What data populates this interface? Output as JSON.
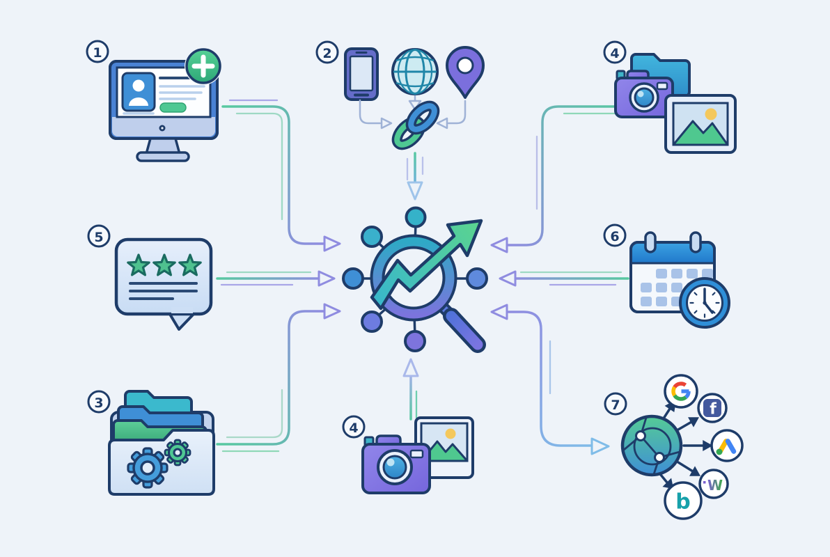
{
  "diagram": {
    "type": "workflow-illustration",
    "subject": "Seven numbered local-marketing steps (profile, links, files, photos, reviews, scheduling, distribution) feeding a central search-growth hub"
  },
  "badges": {
    "step1": "1",
    "step2": "2",
    "step3": "3",
    "step4_top": "4",
    "step4_bottom": "4",
    "step5": "5",
    "step6": "6",
    "step7": "7"
  },
  "steps": [
    {
      "badge": "1",
      "icon": "monitor-business-profile-with-add-badge"
    },
    {
      "badge": "2",
      "icon": "smartphone-globe-location-pin-linked-by-chain"
    },
    {
      "badge": "3",
      "icon": "open-folder-with-stacked-folders-and-gears"
    },
    {
      "badge": "4",
      "icon": "camera-with-photo-top-right"
    },
    {
      "badge": "5",
      "icon": "review-speech-bubble-three-stars"
    },
    {
      "badge": "6",
      "icon": "calendar-with-clock"
    },
    {
      "badge": "4",
      "icon": "camera-with-photo-bottom-center"
    },
    {
      "badge": "7",
      "icon": "globe-distributing-to-platform-logos"
    }
  ],
  "center": {
    "icon": "magnifier-growth-arrow-network-hub"
  },
  "logos": {
    "google": "G",
    "facebook": "f",
    "google_ads": "A",
    "bing": "b",
    "w": "W"
  },
  "colors": {
    "background": "#eef3f9",
    "outline_navy": "#1e3c69",
    "blue": "#3f8fd6",
    "teal": "#35b2c9",
    "green": "#4fc893",
    "purple": "#7b74dd",
    "light_panel": "#d8e6f6",
    "arrow_green": "#57c9a0",
    "arrow_purple": "#8f8ce0",
    "arrow_lightblue": "#7fbce8",
    "connector_gray": "#9fb2d6",
    "sun_yellow": "#f2c355",
    "google_blue": "#4285f4",
    "google_red": "#ea4335",
    "google_yellow": "#fbbc05",
    "google_green": "#34a853",
    "facebook_blue": "#44599e",
    "bing_teal": "#17a1aa"
  }
}
